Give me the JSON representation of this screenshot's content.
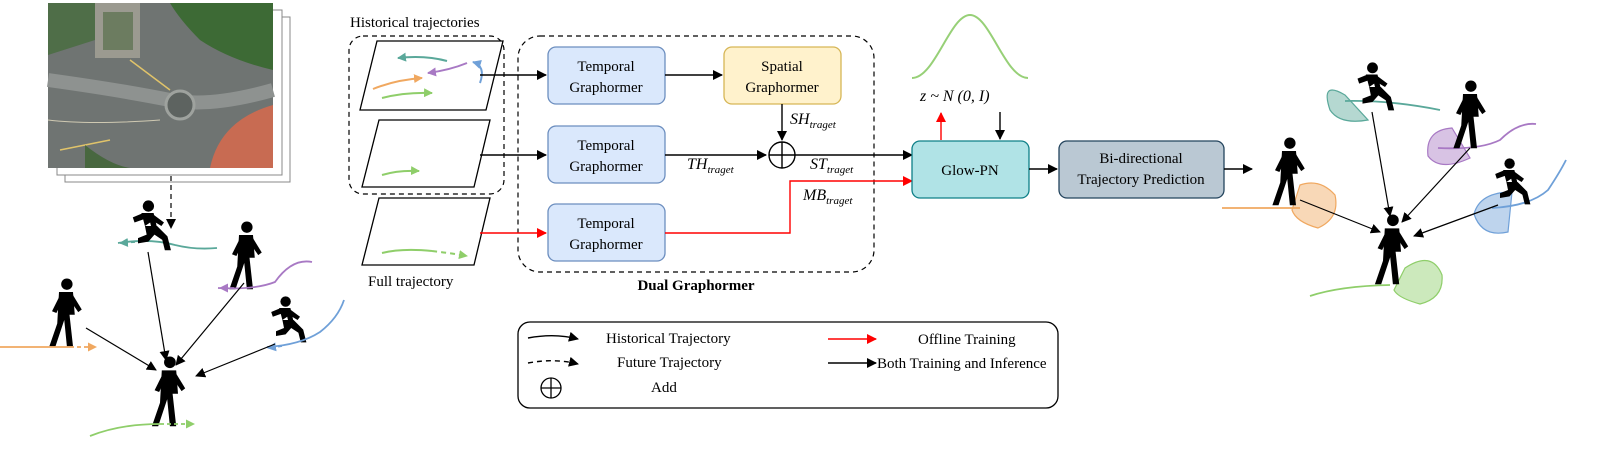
{
  "labels": {
    "historical_trajectories": "Historical trajectories",
    "full_trajectory": "Full trajectory",
    "dual_graphormer": "Dual Graphormer"
  },
  "blocks": {
    "temporal_1": [
      "Temporal",
      "Graphormer"
    ],
    "spatial": [
      "Spatial",
      "Graphormer"
    ],
    "temporal_2": [
      "Temporal",
      "Graphormer"
    ],
    "temporal_3": [
      "Temporal",
      "Graphormer"
    ],
    "glow": "Glow-PN",
    "bidir": [
      "Bi-directional",
      "Trajectory Prediction"
    ]
  },
  "math": {
    "sh": [
      "SH",
      "traget"
    ],
    "th": [
      "TH",
      "traget"
    ],
    "st": [
      "ST",
      "traget"
    ],
    "mb": [
      "MB",
      "traget"
    ],
    "z": "z ~ N (0,  I)"
  },
  "legend": {
    "historical": "Historical Trajectory",
    "future": "Future Trajectory",
    "add": "Add",
    "offline": "Offline Training",
    "both": "Both Training and Inference"
  },
  "colors": {
    "temporal_fill": "#dae8fc",
    "temporal_stroke": "#6c8ebf",
    "spatial_fill": "#fff2cc",
    "spatial_stroke": "#d6b656",
    "glow_fill": "#b0e3e6",
    "glow_stroke": "#0e8088",
    "bidir_fill": "#bac8d3",
    "bidir_stroke": "#23445d",
    "red": "#ff0000",
    "gaussian": "#97d077",
    "traj_green": "#8fce6a",
    "traj_teal": "#5aa89a",
    "traj_purple": "#a879c4",
    "traj_blue": "#6fa0d8",
    "traj_orange": "#f0a860"
  }
}
